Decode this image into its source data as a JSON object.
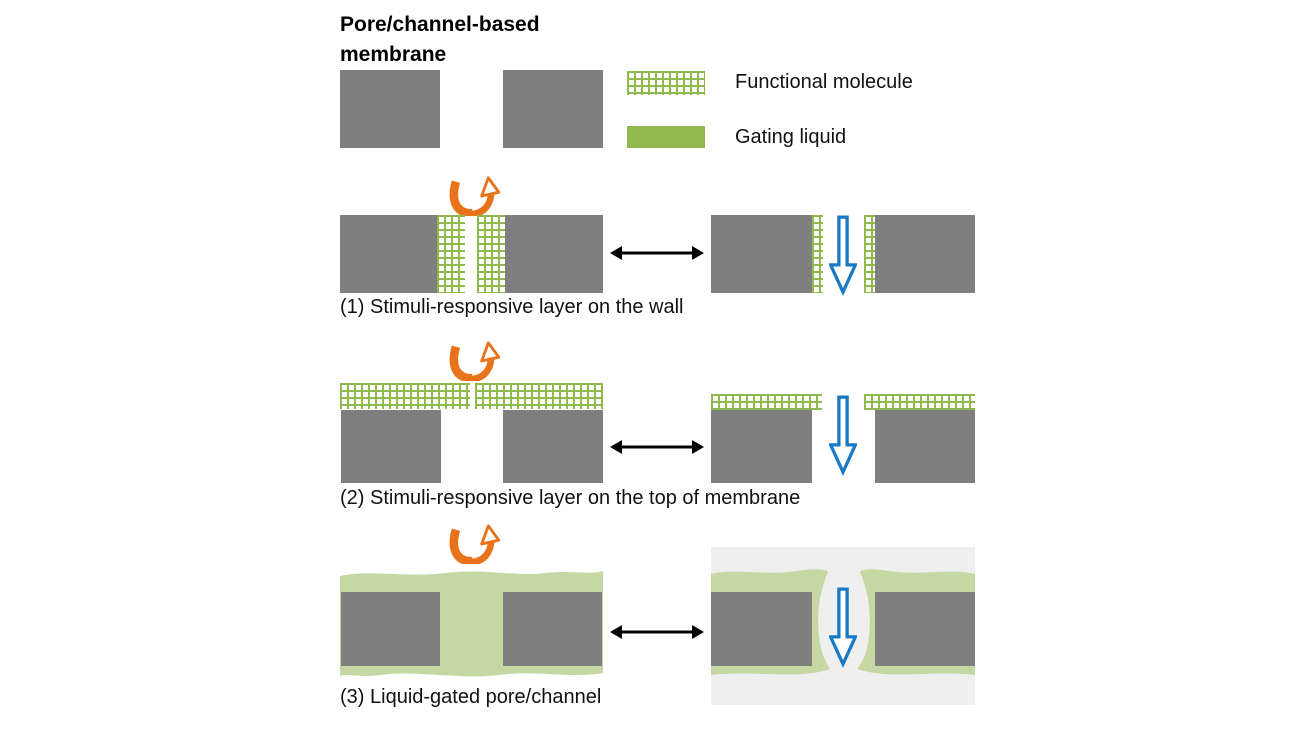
{
  "title": "Pore/channel-based membrane",
  "legend": {
    "items": [
      {
        "label": "Functional molecule",
        "swatch_type": "crosshatch-pattern"
      },
      {
        "label": "Gating liquid",
        "swatch_type": "solid-fill"
      }
    ]
  },
  "panels": [
    {
      "caption": "(1) Stimuli-responsive layer on the wall"
    },
    {
      "caption": "(2) Stimuli-responsive layer on the top of membrane"
    },
    {
      "caption": "(3) Liquid-gated pore/channel"
    }
  ],
  "icons": {
    "stimulus_arrow": "curved-u-arrow",
    "reversible_arrow": "double-headed-arrow",
    "flow_arrow": "down-outline-arrow"
  },
  "colors": {
    "membrane_gray": "#7F7F7F",
    "functional_molecule_green": "#8FB94D",
    "gating_liquid_green": "#C5D8A4",
    "stimulus_orange": "#E8731A",
    "flow_blue": "#1B78C3",
    "panel_background_gray": "#EFEFEF",
    "arrow_black": "#000000"
  }
}
